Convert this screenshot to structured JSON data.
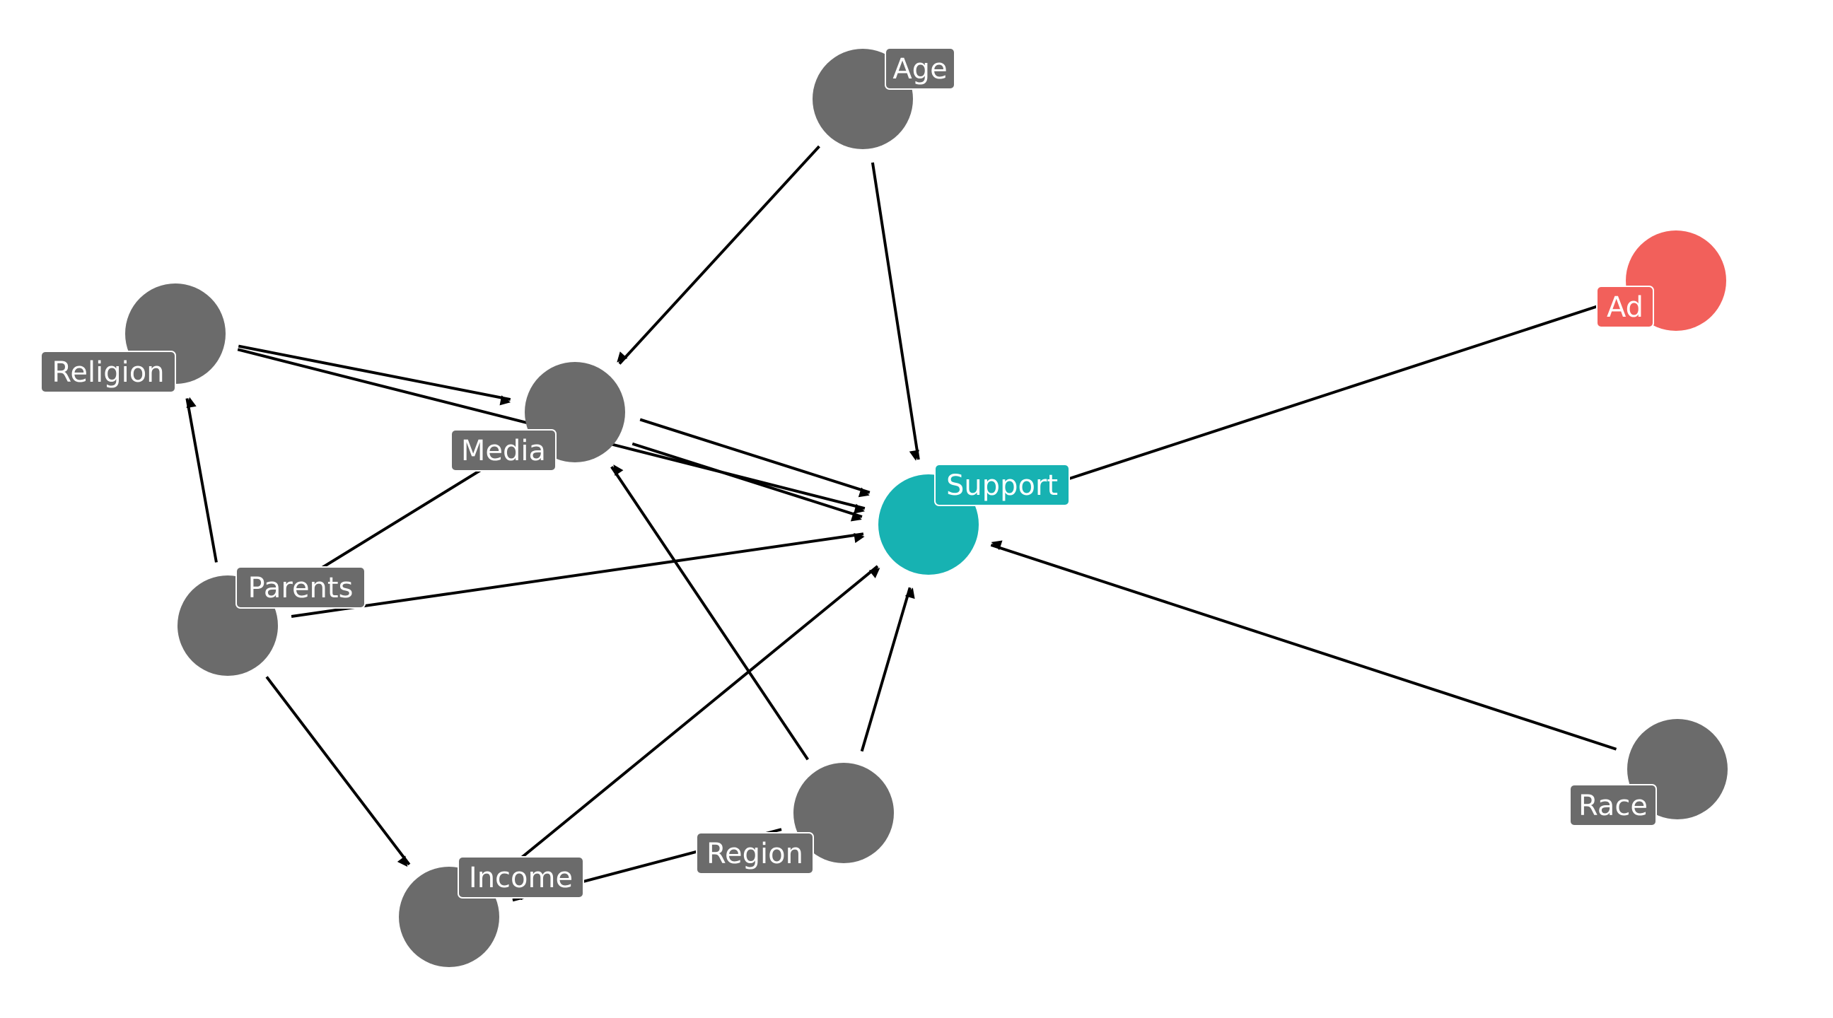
{
  "diagram": {
    "colors": {
      "default": "#6b6b6b",
      "outcome": "#17b2b2",
      "exposure": "#f2605b",
      "edge": "#000000",
      "background": "#ffffff"
    },
    "nodes": [
      {
        "id": "age",
        "label": "Age",
        "role": "default"
      },
      {
        "id": "ad",
        "label": "Ad",
        "role": "exposure"
      },
      {
        "id": "religion",
        "label": "Religion",
        "role": "default"
      },
      {
        "id": "media",
        "label": "Media",
        "role": "default"
      },
      {
        "id": "support",
        "label": "Support",
        "role": "outcome"
      },
      {
        "id": "parents",
        "label": "Parents",
        "role": "default"
      },
      {
        "id": "region",
        "label": "Region",
        "role": "default"
      },
      {
        "id": "income",
        "label": "Income",
        "role": "default"
      },
      {
        "id": "race",
        "label": "Race",
        "role": "default"
      }
    ],
    "edges": [
      {
        "from": "age",
        "to": "media",
        "arrow": true
      },
      {
        "from": "age",
        "to": "support",
        "arrow": true
      },
      {
        "from": "ad",
        "to": "support",
        "arrow": false
      },
      {
        "from": "religion",
        "to": "media",
        "arrow": true
      },
      {
        "from": "religion",
        "to": "support",
        "arrow": true
      },
      {
        "from": "media",
        "to": "support",
        "arrow": true
      },
      {
        "from": "media",
        "to": "support",
        "arrow": true
      },
      {
        "from": "parents",
        "to": "religion",
        "arrow": true
      },
      {
        "from": "parents",
        "to": "media",
        "arrow": false
      },
      {
        "from": "parents",
        "to": "support",
        "arrow": true
      },
      {
        "from": "parents",
        "to": "income",
        "arrow": true
      },
      {
        "from": "region",
        "to": "media",
        "arrow": true
      },
      {
        "from": "region",
        "to": "support",
        "arrow": true
      },
      {
        "from": "region",
        "to": "income",
        "arrow": true
      },
      {
        "from": "income",
        "to": "support",
        "arrow": true
      },
      {
        "from": "race",
        "to": "support",
        "arrow": true
      }
    ]
  }
}
